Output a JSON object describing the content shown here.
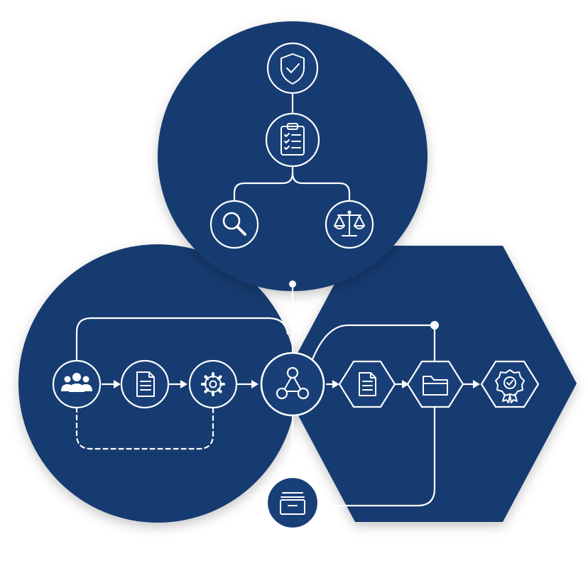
{
  "colors": {
    "navy": "#143a70",
    "node": "#183f78",
    "line": "#ffffff",
    "background": "#ffffff"
  },
  "regions": [
    {
      "name": "top-circle",
      "shape": "circle"
    },
    {
      "name": "left-circle",
      "shape": "circle"
    },
    {
      "name": "right-hexagon",
      "shape": "hexagon"
    }
  ],
  "nodes": [
    {
      "name": "shield-check-node",
      "icon": "shield-check-icon"
    },
    {
      "name": "clipboard-checklist-node",
      "icon": "clipboard-checklist-icon"
    },
    {
      "name": "magnifier-node",
      "icon": "search-icon"
    },
    {
      "name": "scales-node",
      "icon": "scales-icon"
    },
    {
      "name": "people-node",
      "icon": "people-icon"
    },
    {
      "name": "document-node",
      "icon": "document-icon"
    },
    {
      "name": "gear-node",
      "icon": "gear-icon"
    },
    {
      "name": "hub-node",
      "icon": "network-hub-icon"
    },
    {
      "name": "hex-document-node",
      "icon": "document-icon"
    },
    {
      "name": "hex-folder-node",
      "icon": "folder-icon"
    },
    {
      "name": "hex-certificate-node",
      "icon": "certificate-badge-icon"
    },
    {
      "name": "archive-node",
      "icon": "archive-drawer-icon"
    }
  ]
}
